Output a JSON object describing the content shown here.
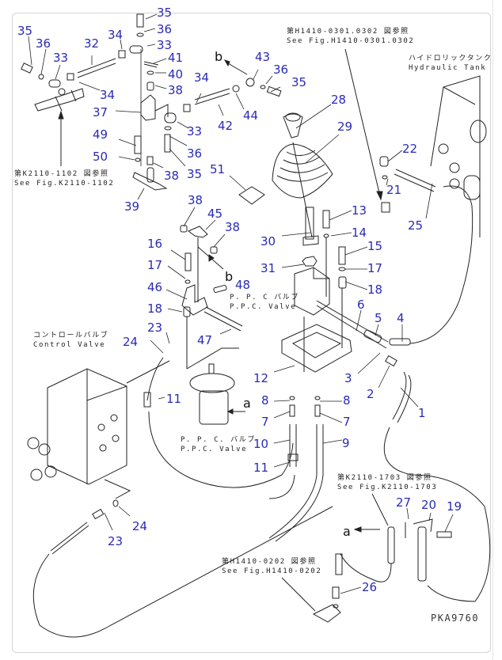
{
  "diagram": {
    "drawing_code": "PKA9760",
    "view_markers": {
      "a": "a",
      "b": "b"
    },
    "label_color": "#2a2ab8",
    "callouts": [
      {
        "id": "c35a",
        "text": "35"
      },
      {
        "id": "c36a",
        "text": "36"
      },
      {
        "id": "c33a",
        "text": "33"
      },
      {
        "id": "c32",
        "text": "32"
      },
      {
        "id": "c34a",
        "text": "34"
      },
      {
        "id": "c34b",
        "text": "34"
      },
      {
        "id": "c35b",
        "text": "35"
      },
      {
        "id": "c36b",
        "text": "36"
      },
      {
        "id": "c33b",
        "text": "33"
      },
      {
        "id": "c41",
        "text": "41"
      },
      {
        "id": "c40",
        "text": "40"
      },
      {
        "id": "c38a",
        "text": "38"
      },
      {
        "id": "c37",
        "text": "37"
      },
      {
        "id": "c49",
        "text": "49"
      },
      {
        "id": "c50",
        "text": "50"
      },
      {
        "id": "c38b",
        "text": "38"
      },
      {
        "id": "c39",
        "text": "39"
      },
      {
        "id": "c34c",
        "text": "34"
      },
      {
        "id": "c33c",
        "text": "33"
      },
      {
        "id": "c42",
        "text": "42"
      },
      {
        "id": "c36c",
        "text": "36"
      },
      {
        "id": "c35c",
        "text": "35"
      },
      {
        "id": "c43",
        "text": "43"
      },
      {
        "id": "c36d",
        "text": "36"
      },
      {
        "id": "c35d",
        "text": "35"
      },
      {
        "id": "c44",
        "text": "44"
      },
      {
        "id": "c51",
        "text": "51"
      },
      {
        "id": "c28",
        "text": "28"
      },
      {
        "id": "c29",
        "text": "29"
      },
      {
        "id": "c22",
        "text": "22"
      },
      {
        "id": "c21",
        "text": "21"
      },
      {
        "id": "c25",
        "text": "25"
      },
      {
        "id": "c38c",
        "text": "38"
      },
      {
        "id": "c45",
        "text": "45"
      },
      {
        "id": "c38d",
        "text": "38"
      },
      {
        "id": "c16",
        "text": "16"
      },
      {
        "id": "c17a",
        "text": "17"
      },
      {
        "id": "c46",
        "text": "46"
      },
      {
        "id": "c48",
        "text": "48"
      },
      {
        "id": "c18a",
        "text": "18"
      },
      {
        "id": "c23a",
        "text": "23"
      },
      {
        "id": "c24a",
        "text": "24"
      },
      {
        "id": "c47",
        "text": "47"
      },
      {
        "id": "c13",
        "text": "13"
      },
      {
        "id": "c14",
        "text": "14"
      },
      {
        "id": "c30",
        "text": "30"
      },
      {
        "id": "c31",
        "text": "31"
      },
      {
        "id": "c15",
        "text": "15"
      },
      {
        "id": "c17b",
        "text": "17"
      },
      {
        "id": "c18b",
        "text": "18"
      },
      {
        "id": "c6",
        "text": "6"
      },
      {
        "id": "c5",
        "text": "5"
      },
      {
        "id": "c4",
        "text": "4"
      },
      {
        "id": "c12",
        "text": "12"
      },
      {
        "id": "c3",
        "text": "3"
      },
      {
        "id": "c2",
        "text": "2"
      },
      {
        "id": "c11a",
        "text": "11"
      },
      {
        "id": "c8a",
        "text": "8"
      },
      {
        "id": "c8b",
        "text": "8"
      },
      {
        "id": "c7a",
        "text": "7"
      },
      {
        "id": "c7b",
        "text": "7"
      },
      {
        "id": "c1",
        "text": "1"
      },
      {
        "id": "c10",
        "text": "10"
      },
      {
        "id": "c9",
        "text": "9"
      },
      {
        "id": "c11b",
        "text": "11"
      },
      {
        "id": "c27",
        "text": "27"
      },
      {
        "id": "c20",
        "text": "20"
      },
      {
        "id": "c19",
        "text": "19"
      },
      {
        "id": "c24b",
        "text": "24"
      },
      {
        "id": "c23b",
        "text": "23"
      },
      {
        "id": "c26",
        "text": "26"
      }
    ],
    "notes": {
      "k2110_1102_jp": "第K2110-1102 図参照",
      "k2110_1102_en": "See Fig.K2110-1102",
      "h1410_0301_jp": "第H1410-0301.0302 図参照",
      "h1410_0301_en": "See Fig.H1410-0301.0302",
      "hydraulic_tank_jp": "ハイドロリックタンク",
      "hydraulic_tank_en": "Hydraulic Tank",
      "ppc_valve_upper_jp": "P. P. C  バルブ",
      "ppc_valve_upper_en": "P.P.C. Valve",
      "control_valve_jp": "コントロールバルブ",
      "control_valve_en": "Control Valve",
      "ppc_valve_lower_jp": "P. P. C. バルブ",
      "ppc_valve_lower_en": "P.P.C. Valve",
      "k2110_1703_jp": "第K2110-1703 図参照",
      "k2110_1703_en": "See Fig.K2110-1703",
      "h1410_0202_jp": "第H1410-0202 図参照",
      "h1410_0202_en": "See Fig.H1410-0202"
    }
  }
}
